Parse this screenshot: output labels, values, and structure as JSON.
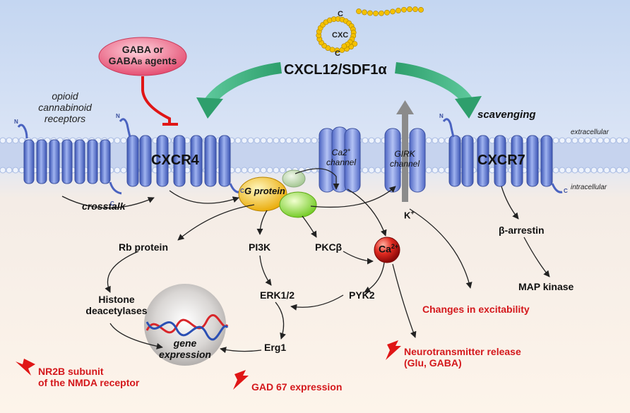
{
  "ligand": {
    "name": "CXCL12/SDF1",
    "symbol": "α",
    "motif": [
      "C",
      "CXC",
      "C"
    ]
  },
  "agonist": {
    "line1": "GABA or",
    "line2": "GABA",
    "sub": "B",
    "line2_tail": " agents"
  },
  "receptors": {
    "left_group": [
      "opioid",
      "cannabinoid",
      "receptors"
    ],
    "cxcr4": "CXCR4",
    "cxcr7": "CXCR7",
    "scavenging": "scavenging",
    "crosstalk": "crosstalk",
    "terminal_n": "N",
    "terminal_c": "C"
  },
  "membrane": {
    "extracellular": "extracellular",
    "intracellular": "intracellular"
  },
  "channels": {
    "ca": {
      "line1": "Ca2",
      "sup": "+",
      "line2": "channel"
    },
    "girk": {
      "line1": "GIRK",
      "line2": "channel"
    },
    "potassium": {
      "symbol": "K",
      "sup": "+"
    }
  },
  "gprotein": "G protein",
  "nodes": {
    "rb": "Rb protein",
    "pi3k": "PI3K",
    "pkcb": "PKCβ",
    "ca2": {
      "base": "Ca",
      "sup": "2+"
    },
    "erk": "ERK1/2",
    "pyk2": "PYK2",
    "erg1": "Erg1",
    "hdac": [
      "Histone",
      "deacetylases"
    ],
    "barrestin": "β-arrestin",
    "mapk": "MAP kinase",
    "gene": [
      "gene",
      "expression"
    ]
  },
  "outcomes": {
    "excitability": "Changes in excitability",
    "neuro": [
      "Neurotransmitter release",
      "(Glu, GABA)"
    ],
    "nr2b": [
      "NR2B subunit",
      "of the NMDA receptor"
    ],
    "gad": "GAD 67 expression"
  },
  "colors": {
    "background_top": "#c9daf2",
    "background_bottom": "#fdf3e8",
    "receptor": "#6a84d6",
    "membrane": "#b8c9ea",
    "arrow_green": "#2c9a6a",
    "outcome_red": "#d4181c",
    "ligand_yellow": "#f2c200",
    "ca_ball": "#d01818"
  }
}
